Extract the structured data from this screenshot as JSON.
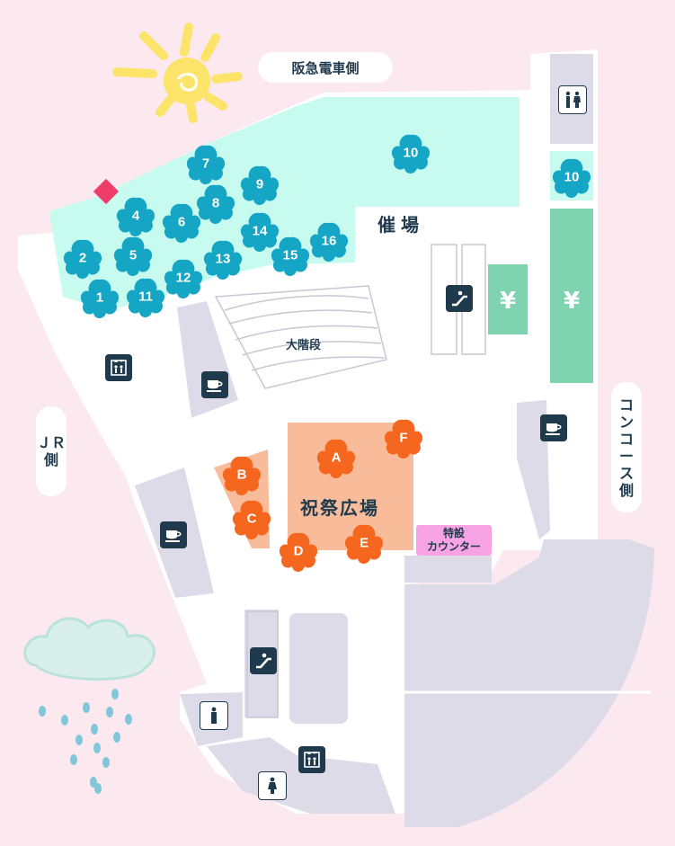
{
  "labels": {
    "hankyu": "阪急電車側",
    "jr_line1": "ＪＲ",
    "jr_line2": "側",
    "concourse_chars": [
      "コ",
      "ン",
      "コ",
      "ー",
      "ス",
      "側"
    ],
    "event_hall": "催場",
    "festival_plaza": "祝祭広場",
    "grand_stairs": "大階段",
    "special_counter_line1": "特設",
    "special_counter_line2": "カウンター"
  },
  "booths_blue": [
    "1",
    "2",
    "4",
    "5",
    "6",
    "7",
    "8",
    "9",
    "10",
    "11",
    "12",
    "13",
    "14",
    "15",
    "16",
    "10"
  ],
  "booths_orange": [
    "A",
    "B",
    "C",
    "D",
    "E",
    "F"
  ],
  "icons": {
    "toilet": "toilet-icon",
    "atm": "yen-icon",
    "escalator": "escalator-icon",
    "elevator": "elevator-icon",
    "cafe": "coffee-cup-icon",
    "men": "men-restroom-icon",
    "women": "women-restroom-icon"
  },
  "colors": {
    "background": "#fce8ef",
    "floor": "#ffffff",
    "building": "#dedbe9",
    "event_area": "#c7fbf0",
    "plaza": "#f9bc9a",
    "blue_flower": "#15a5c5",
    "orange_flower": "#f5661e",
    "atm": "#7fd3b0",
    "counter": "#f7a3e4",
    "icon_dark": "#1f3a4d"
  }
}
